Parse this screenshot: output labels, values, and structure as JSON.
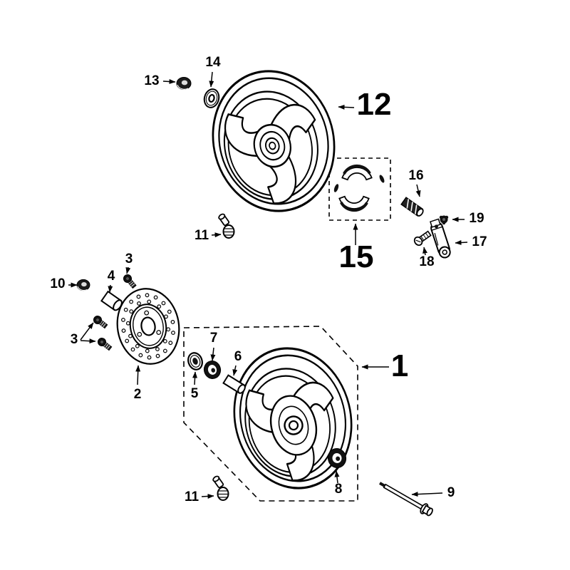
{
  "diagram": {
    "type": "exploded-parts-diagram",
    "background_color": "#ffffff",
    "line_color": "#000000",
    "callouts": {
      "n1": {
        "label": "1"
      },
      "n2": {
        "label": "2"
      },
      "n3_top": {
        "label": "3"
      },
      "n3_bottom": {
        "label": "3"
      },
      "n4": {
        "label": "4"
      },
      "n5": {
        "label": "5"
      },
      "n6": {
        "label": "6"
      },
      "n7": {
        "label": "7"
      },
      "n8": {
        "label": "8"
      },
      "n9": {
        "label": "9"
      },
      "n10": {
        "label": "10"
      },
      "n11_mid": {
        "label": "11"
      },
      "n11_bottom": {
        "label": "11"
      },
      "n12": {
        "label": "12"
      },
      "n13": {
        "label": "13"
      },
      "n14": {
        "label": "14"
      },
      "n15": {
        "label": "15"
      },
      "n16": {
        "label": "16"
      },
      "n17": {
        "label": "17"
      },
      "n18": {
        "label": "18"
      },
      "n19": {
        "label": "19"
      }
    }
  }
}
